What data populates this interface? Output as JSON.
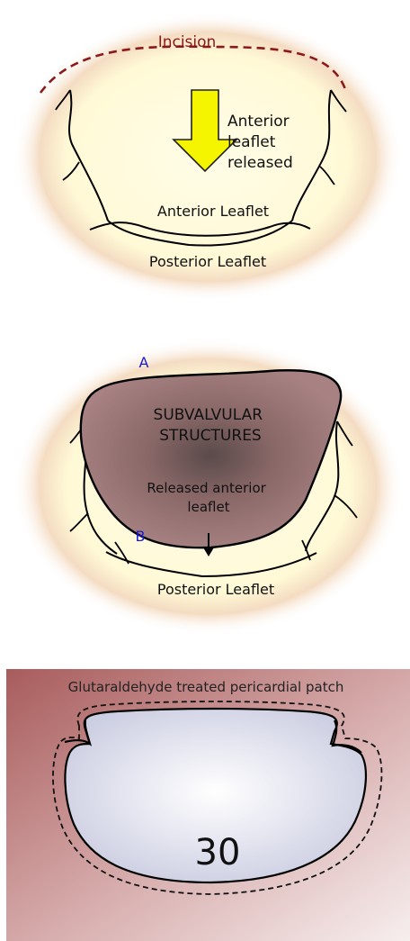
{
  "panel1": {
    "incision_label": "Incision",
    "arrow_label_lines": [
      "Anterior",
      "leaflet",
      "released"
    ],
    "anterior_label": "Anterior Leaflet",
    "posterior_label": "Posterior Leaflet"
  },
  "panel2": {
    "point_a": "A",
    "point_b": "B",
    "subvalvular_lines": [
      "SUBVALVULAR",
      "STRUCTURES"
    ],
    "released_lines": [
      "Released anterior",
      "leaflet"
    ],
    "posterior_label": "Posterior Leaflet"
  },
  "panel3": {
    "patch_label": "Glutaraldehyde treated pericardial patch",
    "size_label": "30"
  },
  "colors": {
    "incision": "#8b1a1a",
    "arrow_fill": "#f5f500",
    "point_labels": "#1a1acc",
    "ring_glow": "#c9a0a0"
  }
}
